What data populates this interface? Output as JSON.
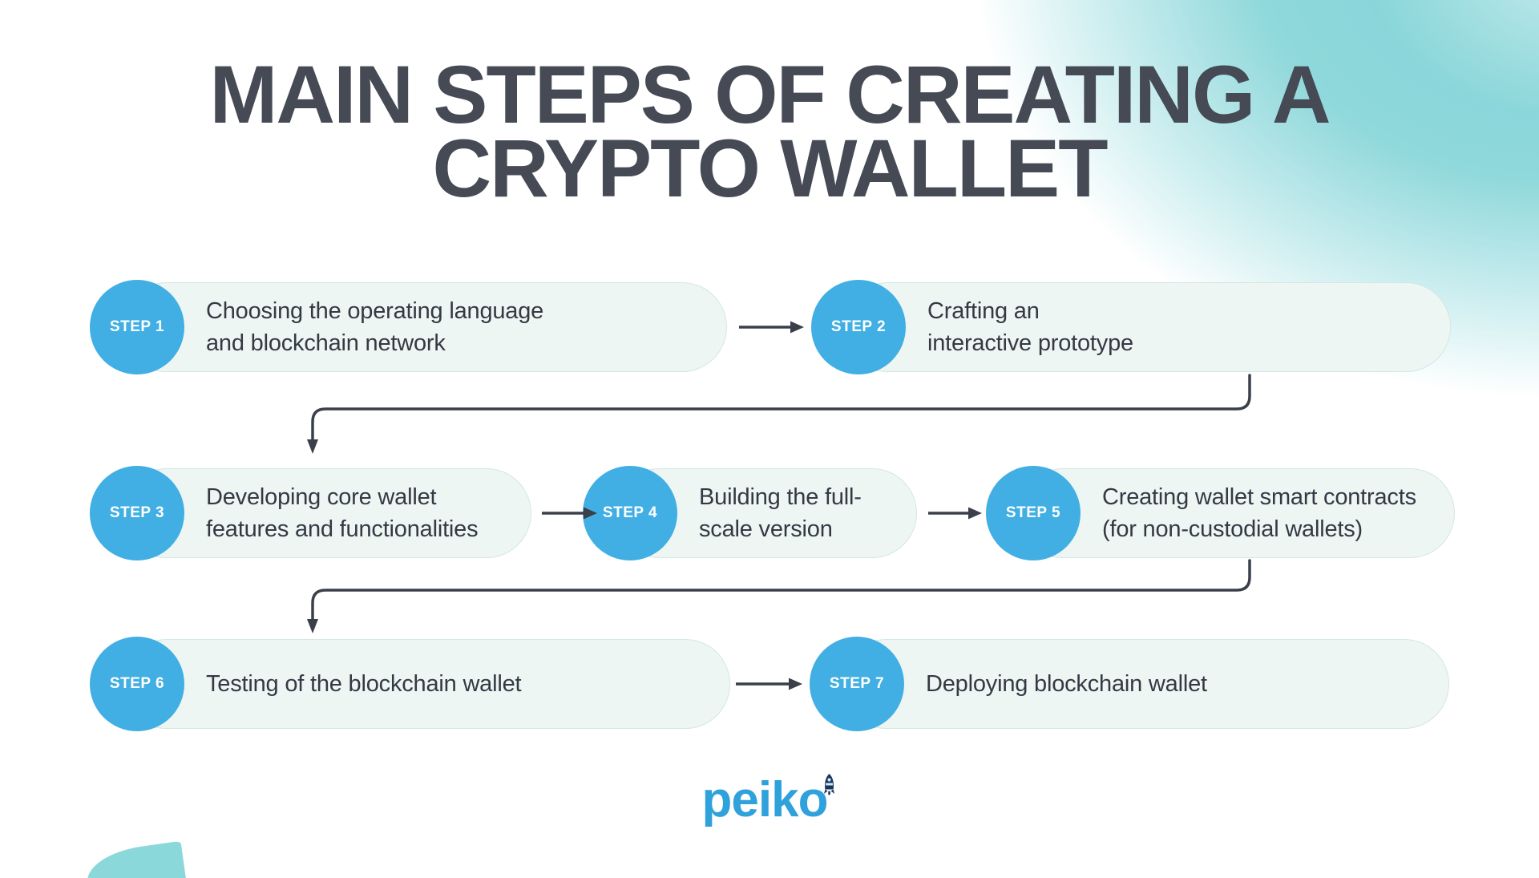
{
  "title": {
    "line1": "MAIN STEPS OF CREATING A",
    "line2": "CRYPTO WALLET"
  },
  "steps": [
    {
      "label": "STEP 1",
      "line1": "Choosing the operating language",
      "line2": "and blockchain network"
    },
    {
      "label": "STEP 2",
      "line1": "Crafting an",
      "line2": "interactive prototype"
    },
    {
      "label": "STEP 3",
      "line1": "Developing core wallet",
      "line2": "features and functionalities"
    },
    {
      "label": "STEP 4",
      "line1": "Building the full-",
      "line2": "scale version"
    },
    {
      "label": "STEP 5",
      "line1": "Creating wallet smart contracts",
      "line2": "(for non-custodial wallets)"
    },
    {
      "label": "STEP 6",
      "line1": "Testing of the blockchain wallet",
      "line2": ""
    },
    {
      "label": "STEP 7",
      "line1": "Deploying blockchain wallet",
      "line2": ""
    }
  ],
  "logo": {
    "text": "peiko",
    "icon": "rocket-icon"
  },
  "colors": {
    "step_circle_blue": "#41AFE3",
    "pill_background": "#EDF6F3",
    "pill_border": "#D5E7E1",
    "title_text": "#454A55",
    "body_text": "#343944",
    "arrow": "#3A3F49",
    "corner_teal": "#7ED2D6",
    "logo_blue": "#2FA1DB",
    "rocket_navy": "#17365C"
  }
}
